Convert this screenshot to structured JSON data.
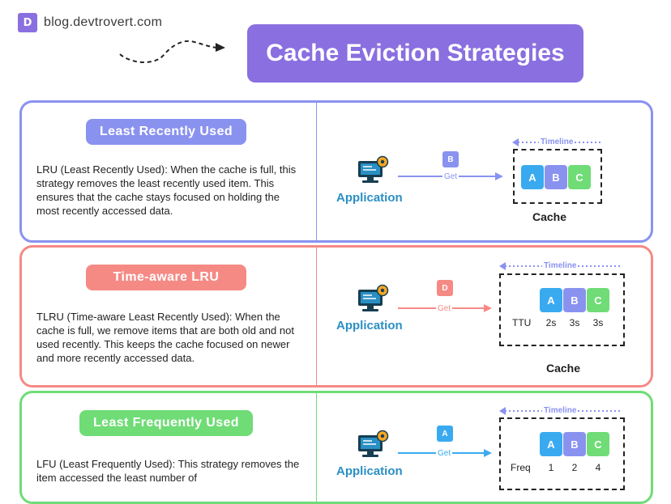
{
  "header": {
    "logo_glyph": "D",
    "brand": "blog.devtrovert.com",
    "title": "Cache Eviction Strategies"
  },
  "colors": {
    "purple": "#8a6fe0",
    "lru": "#8a92f0",
    "tlru": "#f58a85",
    "lfu": "#6fdc76",
    "blue": "#3aaaf0",
    "app_blue": "#2a8fc4"
  },
  "panels": {
    "lru": {
      "pill": "Least Recently Used",
      "description": "LRU (Least Recently Used): When the cache is full, this strategy removes the least recently used item. This ensures that the cache stays focused on holding the most recently accessed data.",
      "app_label": "Application",
      "request_item": "B",
      "get_label": "Get",
      "timeline_label": "Timeline",
      "blocks": [
        "A",
        "B",
        "C"
      ],
      "cache_label": "Cache"
    },
    "tlru": {
      "pill": "Time-aware LRU",
      "description": "TLRU (Time-aware Least Recently Used): When the cache is full, we remove items that are both old and not used recently. This keeps the cache focused on newer and more recently accessed data.",
      "app_label": "Application",
      "request_item": "D",
      "get_label": "Get",
      "timeline_label": "Timeline",
      "blocks": [
        "A",
        "B",
        "C"
      ],
      "row_label": "TTU",
      "row_values": [
        "2s",
        "3s",
        "3s"
      ],
      "cache_label": "Cache"
    },
    "lfu": {
      "pill": "Least Frequently Used",
      "description": "LFU (Least Frequently Used): This strategy removes the item accessed the least number of",
      "app_label": "Application",
      "request_item": "A",
      "get_label": "Get",
      "timeline_label": "Timeline",
      "blocks": [
        "A",
        "B",
        "C"
      ],
      "row_label": "Freq",
      "row_values": [
        "1",
        "2",
        "4"
      ]
    }
  }
}
